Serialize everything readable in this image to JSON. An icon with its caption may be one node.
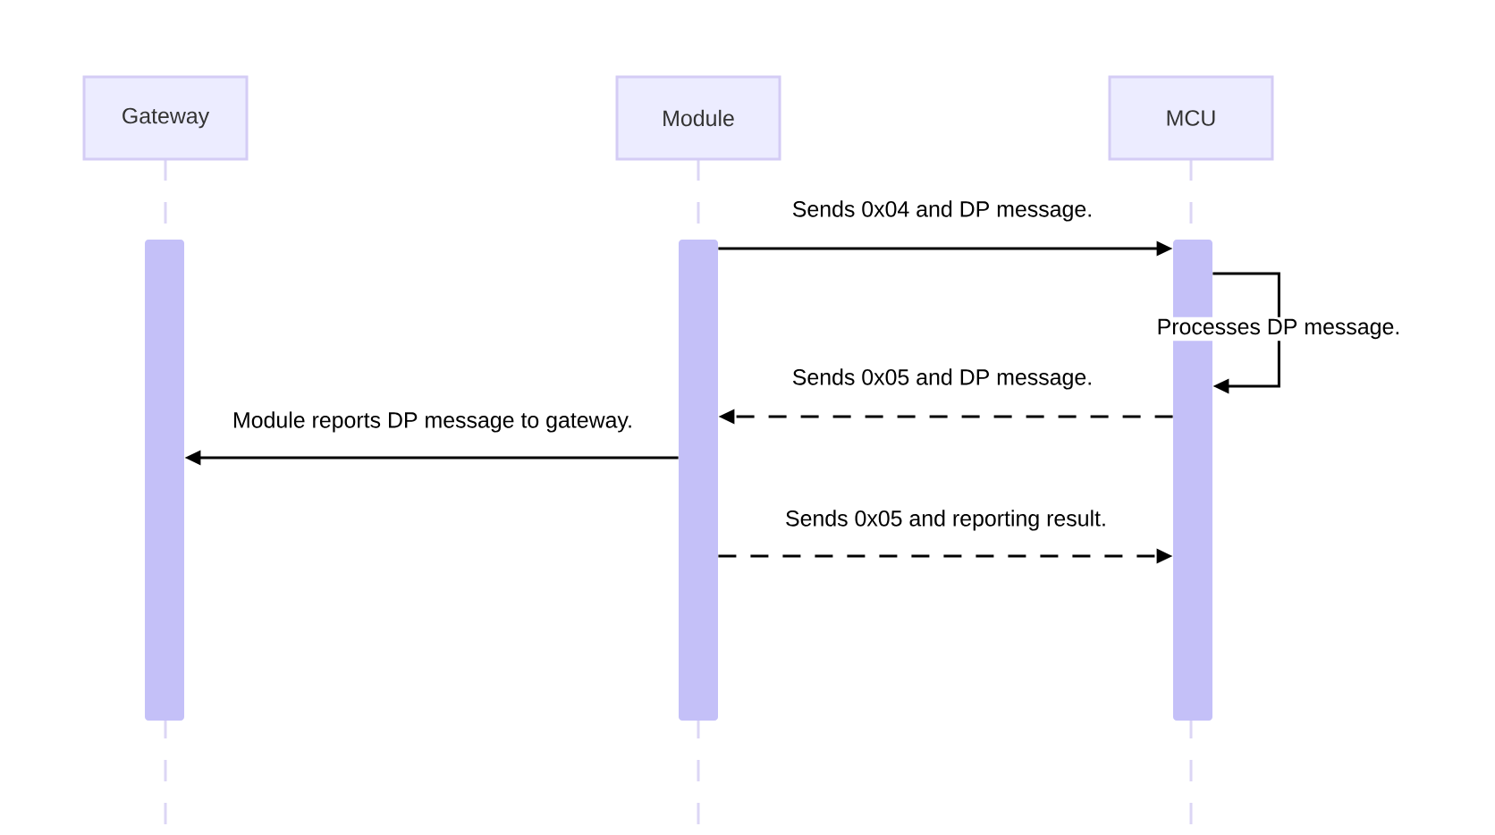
{
  "diagram": {
    "nodes": [
      {
        "text": [
          "Gateway"
        ]
      },
      {
        "text": [
          "Module"
        ]
      },
      {
        "text": [
          "MCU"
        ]
      },
      {
        "text": [],
        "shape": "bar"
      },
      {
        "text": [],
        "shape": "bar"
      },
      {
        "text": [],
        "shape": "bar"
      }
    ],
    "edges": [
      {
        "from": 4,
        "to": 5,
        "arrow": "to",
        "label": "Sends 0x04 and DP message."
      },
      {
        "from": 5,
        "to": 5,
        "arrow": "to",
        "label": "Processes DP message."
      },
      {
        "from": 5,
        "to": 4,
        "arrow": "to",
        "style": "dashed",
        "label": "Sends 0x05 and DP message."
      },
      {
        "from": 4,
        "to": 3,
        "arrow": "to",
        "label": "Module reports DP message to gateway."
      },
      {
        "from": 4,
        "to": 5,
        "arrow": "to",
        "style": "dashed",
        "label": "Sends 0x05 and reporting result."
      }
    ]
  }
}
